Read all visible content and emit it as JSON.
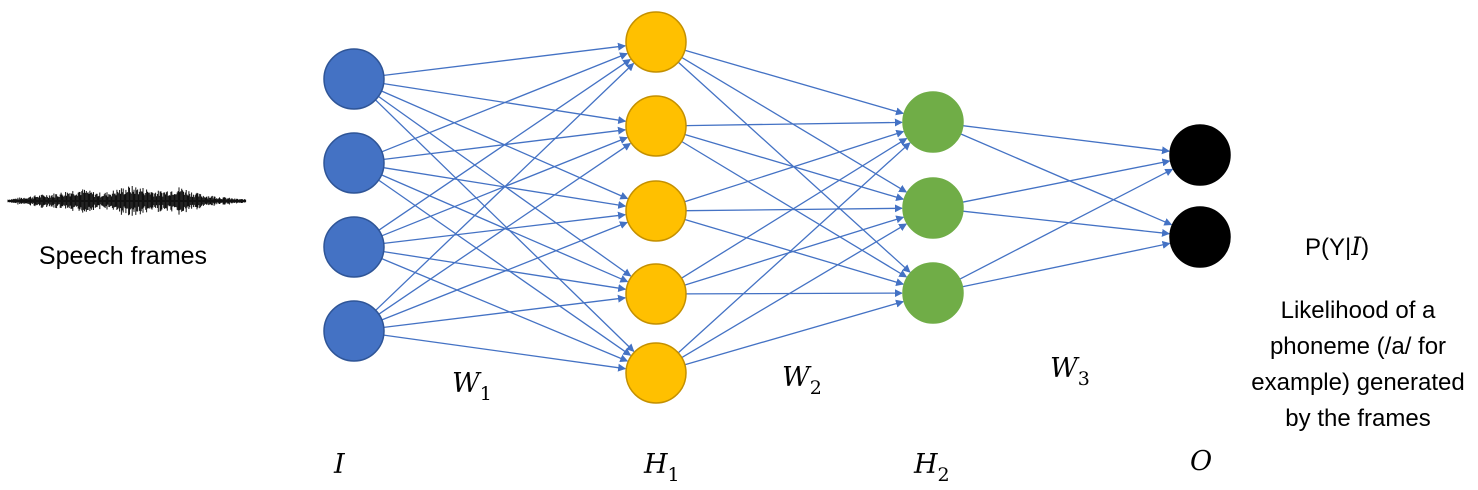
{
  "input_caption": "Speech frames",
  "output_prob": {
    "prefix": "P(Y|",
    "var": "I",
    "suffix": ")"
  },
  "output_desc": [
    "Likelihood of a",
    "phoneme (/a/ for",
    "example) generated",
    "by the frames"
  ],
  "weights": [
    {
      "letter": "W",
      "sub": "1"
    },
    {
      "letter": "W",
      "sub": "2"
    },
    {
      "letter": "W",
      "sub": "3"
    }
  ],
  "layers": [
    {
      "letter": "I",
      "sub": "",
      "count": 4,
      "color": "#4472c4",
      "stroke": "#2f5597"
    },
    {
      "letter": "H",
      "sub": "1",
      "count": 5,
      "color": "#ffc000",
      "stroke": "#c49000"
    },
    {
      "letter": "H",
      "sub": "2",
      "count": 3,
      "color": "#70ad47",
      "stroke": "#70ad47"
    },
    {
      "letter": "O",
      "sub": "",
      "count": 2,
      "color": "#000000",
      "stroke": "#000000"
    }
  ],
  "edge_color": "#4472c4"
}
